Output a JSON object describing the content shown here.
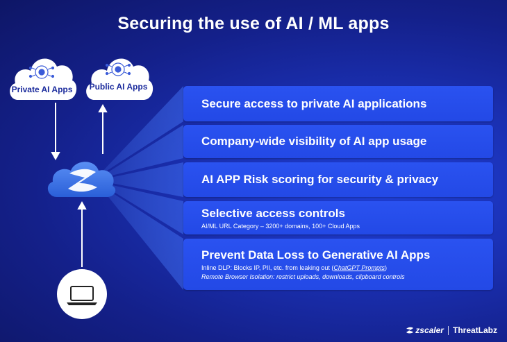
{
  "title": "Securing the use of AI / ML apps",
  "clouds": {
    "private_label": "Private AI Apps",
    "public_label": "Public AI Apps"
  },
  "features": [
    {
      "title": "Secure access to private AI applications"
    },
    {
      "title": "Company-wide visibility of AI app usage"
    },
    {
      "title": "AI APP Risk scoring for security & privacy"
    },
    {
      "title": "Selective access controls",
      "sub": "AI/ML URL Category – 3200+ domains, 100+ Cloud Apps"
    },
    {
      "title": "Prevent Data Loss to Generative AI Apps",
      "sub1_prefix": "Inline DLP: Blocks IP, PII, etc. from leaking out (",
      "sub1_link": "ChatGPT Prompts",
      "sub1_suffix": ")",
      "sub2": "Remote Browser Isolation: restrict uploads, downloads, clipboard controls"
    }
  ],
  "footer": {
    "brand": "zscaler",
    "product": "ThreatLabz"
  },
  "icons": {
    "hub": "zscaler-cloud-icon",
    "device": "laptop-icon",
    "clouds": "ai-chip-icon"
  },
  "colors": {
    "background": "#1a2fb0",
    "box": "#2a52f0",
    "cloud_fill": "#ffffff",
    "cloud_text": "#1a2a9c",
    "hub": "#2f6fe8"
  }
}
